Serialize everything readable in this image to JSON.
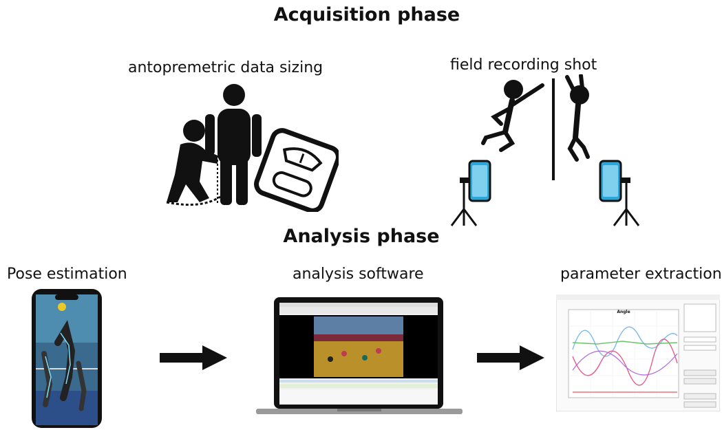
{
  "acquisition": {
    "title": "Acquisition phase",
    "items": [
      {
        "label": "antopremetric data sizing",
        "icon": "anthropometric-measuring-icon"
      },
      {
        "label": "field recording shot",
        "icon": "field-recording-icon"
      }
    ]
  },
  "analysis": {
    "title": "Analysis phase",
    "items": [
      {
        "label": "Pose estimation",
        "icon": "smartphone-pose-icon"
      },
      {
        "label": "analysis software",
        "icon": "laptop-software-icon"
      },
      {
        "label": "parameter extraction",
        "icon": "chart-window-icon"
      }
    ],
    "arrows": [
      "right-arrow-icon",
      "right-arrow-icon"
    ]
  },
  "chart_window": {
    "chart_title": "Angle"
  },
  "colors": {
    "black": "#111111",
    "phone_blue": "#2aa7d8",
    "screen_court": "#b9902a"
  }
}
